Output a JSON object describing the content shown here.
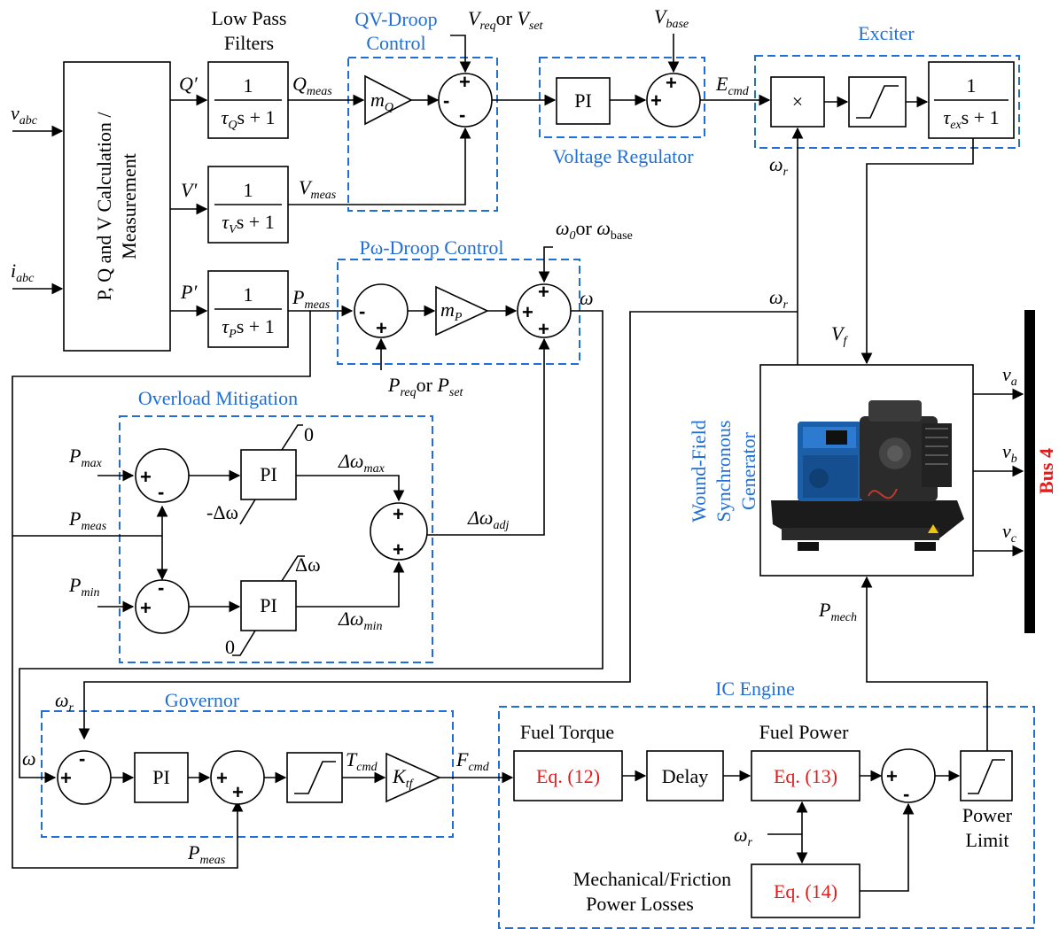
{
  "inputs": {
    "vabc": "v",
    "vabc_sub": "abc",
    "iabc": "i",
    "iabc_sub": "abc"
  },
  "measurement_block": {
    "line1": "P, Q and V Calculation /",
    "line2": "Measurement"
  },
  "lowpass": {
    "title_line1": "Low Pass",
    "title_line2": "Filters"
  },
  "signals": {
    "q_prime": "Q′",
    "v_prime": "V′",
    "p_prime": "P′",
    "q_meas": "Q",
    "q_meas_sub": "meas",
    "v_meas": "V",
    "v_meas_sub": "meas",
    "p_meas": "P",
    "p_meas_sub": "meas",
    "e_cmd": "E",
    "e_cmd_sub": "cmd",
    "omega_r": "ω",
    "omega_r_sub": "r",
    "omega": "ω",
    "vf": "V",
    "vf_sub": "f",
    "p_mech": "P",
    "p_mech_sub": "mech",
    "t_cmd": "T",
    "t_cmd_sub": "cmd",
    "f_cmd": "F",
    "f_cmd_sub": "cmd",
    "v_req": "V",
    "v_req_sub": "req",
    "v_set": "V",
    "v_set_sub": "set",
    "or": "or",
    "v_base": "V",
    "v_base_sub": "base",
    "omega0": "ω",
    "omega0_sub": "0",
    "omega_base": "ω",
    "omega_base_sub": "base",
    "p_req": "P",
    "p_req_sub": "req",
    "p_set": "P",
    "p_set_sub": "set",
    "p_max": "P",
    "p_max_sub": "max",
    "p_min": "P",
    "p_min_sub": "min",
    "d_omega_max": "Δω",
    "d_omega_max_sub": "max",
    "d_omega_min": "Δω",
    "d_omega_min_sub": "min",
    "d_omega_adj": "Δω",
    "d_omega_adj_sub": "adj",
    "limit_zero": "0",
    "limit_neg_dw": "-Δω",
    "limit_dw": "Δω"
  },
  "filters": {
    "numerator": "1",
    "tau": "τ",
    "q": "Q",
    "v": "V",
    "p": "P",
    "ex": "ex",
    "denominator_tail": "s + 1"
  },
  "groups": {
    "qv_droop_line1": "QV-Droop",
    "qv_droop_line2": "Control",
    "voltage_regulator": "Voltage Regulator",
    "exciter": "Exciter",
    "pw_droop": "Pω-Droop Control",
    "overload": "Overload Mitigation",
    "governor": "Governor",
    "ic_engine": "IC Engine"
  },
  "blocks": {
    "pi": "PI",
    "gain_mq": "m",
    "gain_mq_sub": "Q",
    "gain_mp": "m",
    "gain_mp_sub": "P",
    "gain_ktf": "K",
    "gain_ktf_sub": "tf",
    "multiply": "×",
    "delay": "Delay",
    "eq12": "Eq. (12)",
    "eq13": "Eq. (13)",
    "eq14": "Eq. (14)"
  },
  "engine_labels": {
    "fuel_torque": "Fuel Torque",
    "fuel_power": "Fuel Power",
    "losses_line1": "Mechanical/Friction",
    "losses_line2": "Power Losses",
    "power_limit_line1": "Power",
    "power_limit_line2": "Limit"
  },
  "generator": {
    "line1": "Wound-Field",
    "line2": "Synchronous",
    "line3": "Generator"
  },
  "outputs": {
    "va": "v",
    "va_sub": "a",
    "vb": "v",
    "vb_sub": "b",
    "vc": "v",
    "vc_sub": "c"
  },
  "bus": {
    "label": "Bus 4"
  },
  "colors": {
    "group_border": "#1f6fd6",
    "equation_text": "#e31b1b",
    "bus_label": "#e31b1b"
  }
}
